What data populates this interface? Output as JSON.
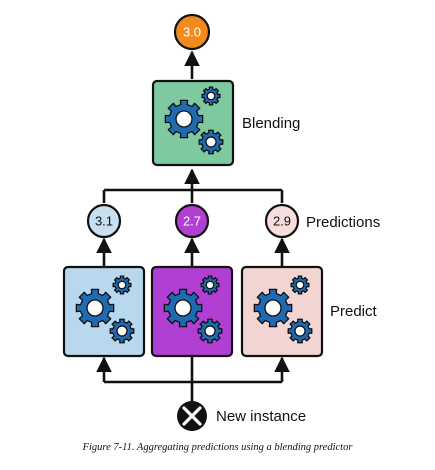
{
  "blender": {
    "label": "Blending",
    "output": "3.0",
    "output_color": "#F28B1E",
    "color": "#7FC9A1"
  },
  "predictors": [
    {
      "value": "3.1",
      "box_color": "#B8D8EE",
      "bubble_color": "#C8DFF0",
      "text_color": "#111111"
    },
    {
      "value": "2.7",
      "box_color": "#B13FD4",
      "bubble_color": "#B13FD4",
      "text_color": "#FFFFFF"
    },
    {
      "value": "2.9",
      "box_color": "#F2D4D2",
      "bubble_color": "#F7DEDC",
      "text_color": "#111111"
    }
  ],
  "labels": {
    "predictions": "Predictions",
    "predict": "Predict",
    "input": "New instance"
  },
  "caption": "Figure 7-11. Aggregating predictions using a blending predictor",
  "colors": {
    "gear": "#1F6BB3",
    "stroke": "#111111"
  }
}
